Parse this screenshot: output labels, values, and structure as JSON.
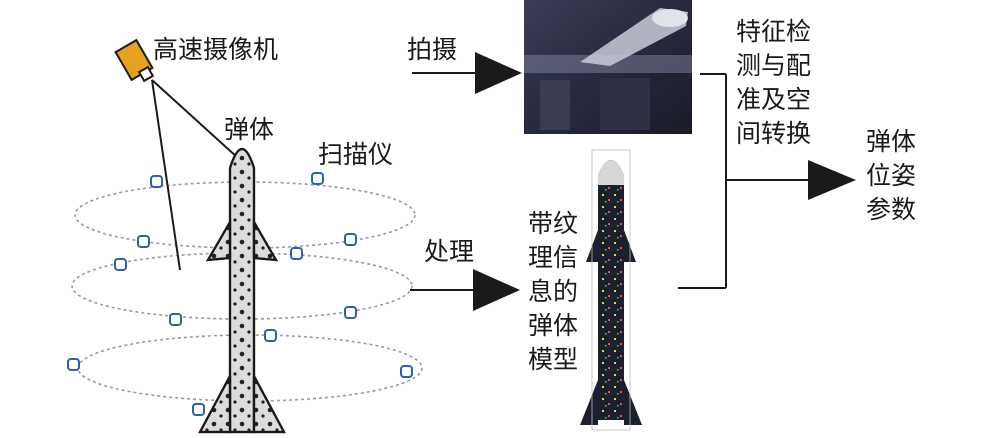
{
  "labels": {
    "camera": "高速摄像机",
    "projectile": "弹体",
    "scanner": "扫描仪",
    "shoot": "拍摄",
    "process": "处理",
    "feature_lines": [
      "特征检",
      "测与配",
      "准及空",
      "间转换"
    ],
    "model_lines": [
      "带纹",
      "理信",
      "息的",
      "弹体",
      "模型"
    ],
    "result_lines": [
      "弹体",
      "位姿",
      "参数"
    ]
  },
  "colors": {
    "camera_body": "#e8a020",
    "scanner_marker": "#2f5fb3",
    "photo_bg": "#2a2c3e",
    "model_body": "#1b1f2e",
    "line": "#1a1a1a"
  },
  "icons": {
    "camera": "camera-icon",
    "scanner": "scanner-marker-icon",
    "arrow": "arrow-head-icon"
  }
}
